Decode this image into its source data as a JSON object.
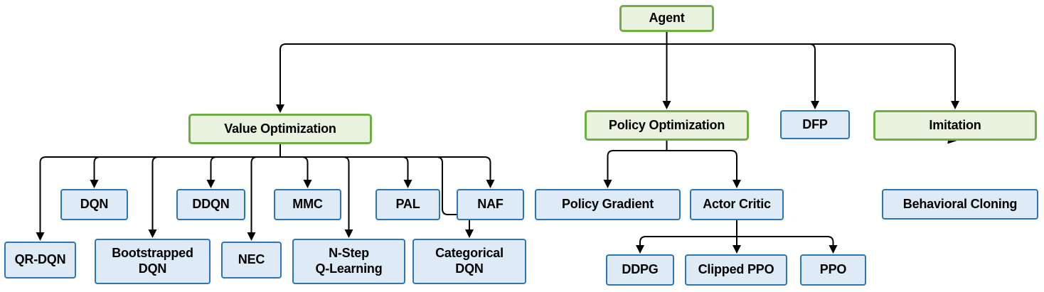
{
  "diagram": {
    "description": "Reinforcement learning agent algorithms hierarchy",
    "colors": {
      "green_box_border": "#70AD47",
      "green_box_fill": "#E9F2DF",
      "blue_box_border": "#2E75B6",
      "blue_box_fill": "#DEEBF7",
      "connector_line": "#000000",
      "text": "#000000",
      "background": "#FFFFFF"
    },
    "nodes": [
      {
        "id": "agent",
        "label": "Agent",
        "style": "green"
      },
      {
        "id": "value-optimization",
        "label": "Value Optimization",
        "style": "green"
      },
      {
        "id": "policy-optimization",
        "label": "Policy Optimization",
        "style": "green"
      },
      {
        "id": "dfp",
        "label": "DFP",
        "style": "blue"
      },
      {
        "id": "imitation",
        "label": "Imitation",
        "style": "green"
      },
      {
        "id": "dqn",
        "label": "DQN",
        "style": "blue"
      },
      {
        "id": "ddqn",
        "label": "DDQN",
        "style": "blue"
      },
      {
        "id": "mmc",
        "label": "MMC",
        "style": "blue"
      },
      {
        "id": "pal",
        "label": "PAL",
        "style": "blue"
      },
      {
        "id": "naf",
        "label": "NAF",
        "style": "blue"
      },
      {
        "id": "qr-dqn",
        "label": "QR-DQN",
        "style": "blue"
      },
      {
        "id": "bootstrapped-dqn",
        "label": "Bootstrapped\nDQN",
        "style": "blue"
      },
      {
        "id": "nec",
        "label": "NEC",
        "style": "blue"
      },
      {
        "id": "n-step-q-learning",
        "label": "N-Step\nQ-Learning",
        "style": "blue"
      },
      {
        "id": "categorical-dqn",
        "label": "Categorical\nDQN",
        "style": "blue"
      },
      {
        "id": "policy-gradient",
        "label": "Policy Gradient",
        "style": "blue"
      },
      {
        "id": "actor-critic",
        "label": "Actor Critic",
        "style": "blue"
      },
      {
        "id": "behavioral-cloning",
        "label": "Behavioral Cloning",
        "style": "blue"
      },
      {
        "id": "ddpg",
        "label": "DDPG",
        "style": "blue"
      },
      {
        "id": "clipped-ppo",
        "label": "Clipped PPO",
        "style": "blue"
      },
      {
        "id": "ppo",
        "label": "PPO",
        "style": "blue"
      }
    ],
    "edges": [
      {
        "from": "agent",
        "to": "value-optimization"
      },
      {
        "from": "agent",
        "to": "policy-optimization"
      },
      {
        "from": "agent",
        "to": "dfp"
      },
      {
        "from": "agent",
        "to": "imitation"
      },
      {
        "from": "value-optimization",
        "to": "qr-dqn"
      },
      {
        "from": "value-optimization",
        "to": "dqn"
      },
      {
        "from": "value-optimization",
        "to": "bootstrapped-dqn"
      },
      {
        "from": "value-optimization",
        "to": "ddqn"
      },
      {
        "from": "value-optimization",
        "to": "nec"
      },
      {
        "from": "value-optimization",
        "to": "mmc"
      },
      {
        "from": "value-optimization",
        "to": "n-step-q-learning"
      },
      {
        "from": "value-optimization",
        "to": "pal"
      },
      {
        "from": "value-optimization",
        "to": "categorical-dqn"
      },
      {
        "from": "value-optimization",
        "to": "naf"
      },
      {
        "from": "policy-optimization",
        "to": "policy-gradient"
      },
      {
        "from": "policy-optimization",
        "to": "actor-critic"
      },
      {
        "from": "imitation",
        "to": "behavioral-cloning"
      },
      {
        "from": "actor-critic",
        "to": "ddpg"
      },
      {
        "from": "actor-critic",
        "to": "clipped-ppo"
      },
      {
        "from": "actor-critic",
        "to": "ppo"
      }
    ]
  }
}
